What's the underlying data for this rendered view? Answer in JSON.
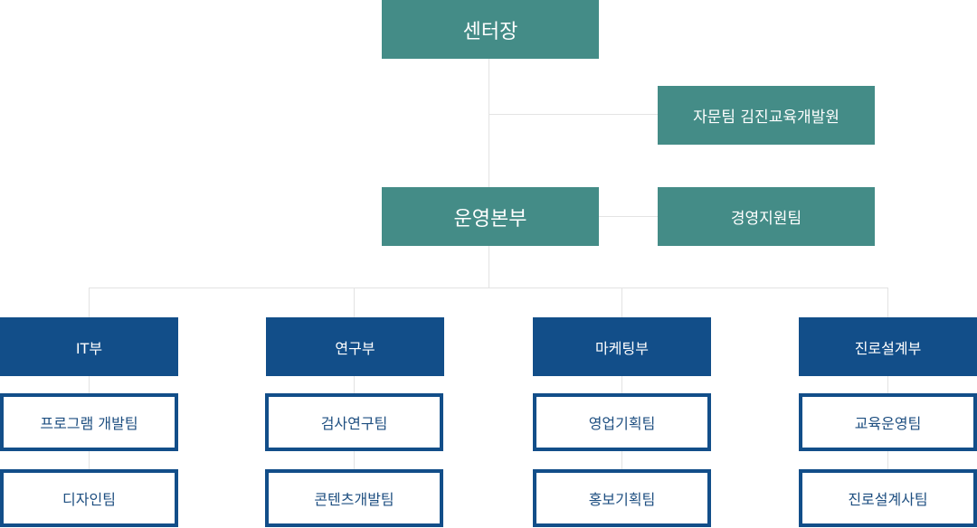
{
  "org": {
    "head": "센터장",
    "advisory": "자문팀 김진교육개발원",
    "operations": "운영본부",
    "management_support": "경영지원팀",
    "departments": [
      {
        "name": "IT부",
        "teams": [
          "프로그램 개발팀",
          "디자인팀"
        ]
      },
      {
        "name": "연구부",
        "teams": [
          "검사연구팀",
          "콘텐츠개발팀"
        ]
      },
      {
        "name": "마케팅부",
        "teams": [
          "영업기획팀",
          "홍보기획팀"
        ]
      },
      {
        "name": "진로설계부",
        "teams": [
          "교육운영팀",
          "진로설계사팀"
        ]
      }
    ]
  },
  "colors": {
    "teal": "#448c87",
    "navy": "#124e89",
    "line": "#e3e3e3"
  }
}
